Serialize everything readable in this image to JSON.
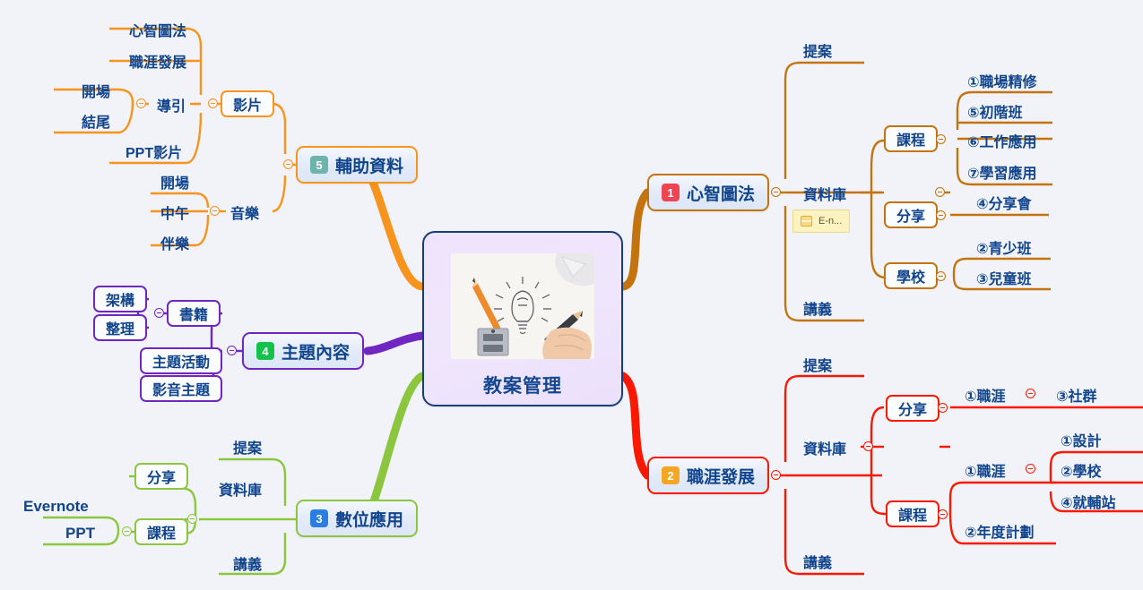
{
  "canvas": {
    "background": "#f1f3f8"
  },
  "root": {
    "title": "教案管理",
    "image_alt": "lightbulb-sketch-thumbnail"
  },
  "colors": {
    "branch1": "#c4740e",
    "branch2": "#fb1800",
    "branch3": "#8cc63f",
    "branch4": "#7026c0",
    "branch5": "#f7941e",
    "text": "#10448c",
    "badge1": "#ef4452",
    "badge2": "#f5a623",
    "badge3": "#2a7fe0",
    "badge4": "#12c24a",
    "badge5": "#6fb3ad"
  },
  "branches": {
    "b1": {
      "number": "1",
      "label": "心智圖法",
      "children": {
        "proposal": "提案",
        "database": "資料庫",
        "handout": "講義",
        "note": "E-n...",
        "course": "課程",
        "share": "分享",
        "school": "學校",
        "course_items": [
          "①職場精修",
          "⑤初階班",
          "⑥工作應用",
          "⑦學習應用"
        ],
        "share_items": [
          "④分享會"
        ],
        "school_items": [
          "②青少班",
          "③兒童班"
        ]
      }
    },
    "b2": {
      "number": "2",
      "label": "職涯發展",
      "children": {
        "proposal": "提案",
        "database": "資料庫",
        "handout": "講義",
        "share": "分享",
        "course": "課程",
        "share_item": "①職涯",
        "share_sub": "③社群",
        "course_item1": "①職涯",
        "course_item2": "②年度計劃",
        "course_sub": [
          "①設計",
          "②學校",
          "④就輔站"
        ]
      }
    },
    "b3": {
      "number": "3",
      "label": "數位應用",
      "children": {
        "proposal": "提案",
        "database": "資料庫",
        "handout": "講義",
        "share": "分享",
        "course": "課程",
        "course_sub": [
          "Evernote",
          "PPT"
        ]
      }
    },
    "b4": {
      "number": "4",
      "label": "主題內容",
      "children": {
        "book": "書籍",
        "topic_activity": "主題活動",
        "av_topic": "影音主題",
        "book_sub": [
          "架構",
          "整理"
        ]
      }
    },
    "b5": {
      "number": "5",
      "label": "輔助資料",
      "children": {
        "video": "影片",
        "music": "音樂",
        "guide": "導引",
        "ppt_video": "PPT影片",
        "mindmap": "心智圖法",
        "career": "職涯發展",
        "guide_sub": [
          "開場",
          "結尾"
        ],
        "music_sub": [
          "開場",
          "中午",
          "伴樂"
        ]
      }
    }
  }
}
